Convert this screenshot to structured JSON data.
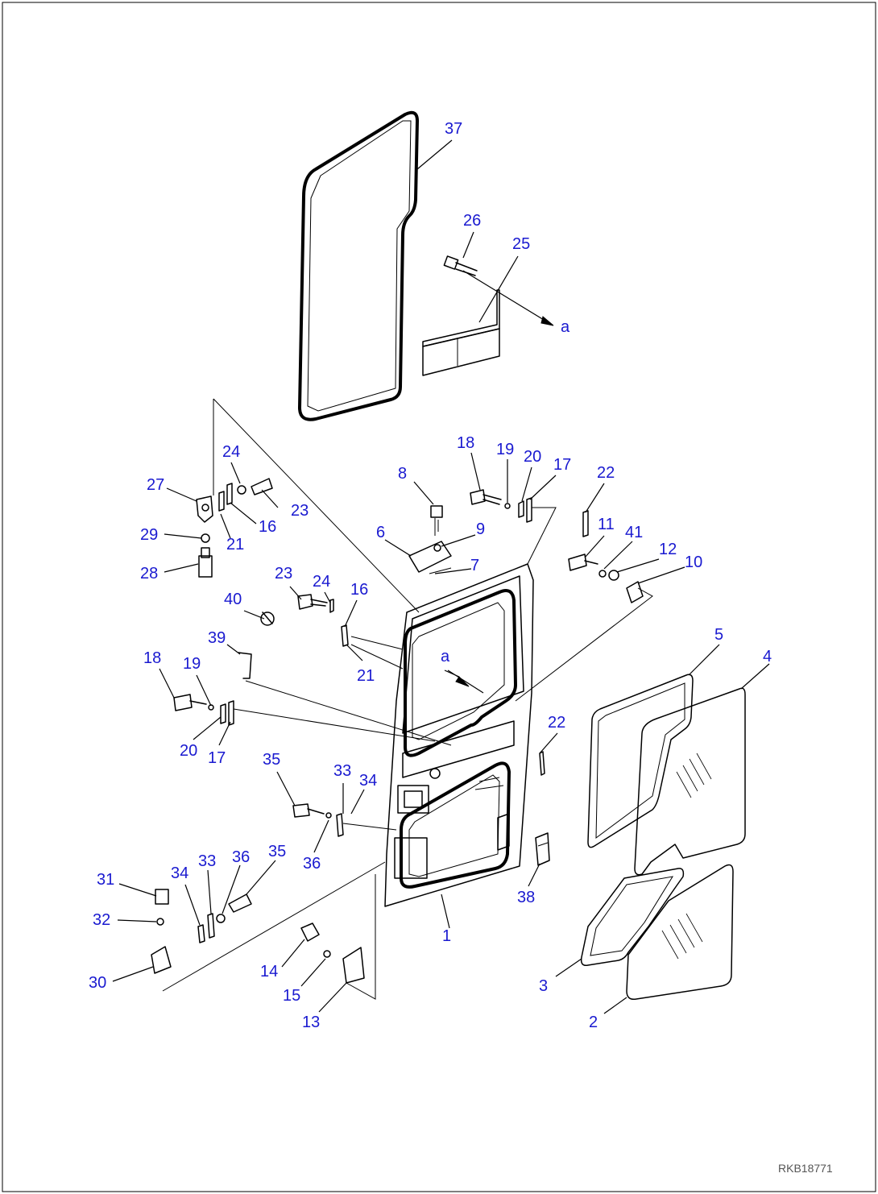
{
  "drawing_code": "RKB18771",
  "colors": {
    "label": "#1a1ad0",
    "line": "#000000"
  },
  "ref_a": "a",
  "labels": [
    "1",
    "2",
    "3",
    "4",
    "5",
    "6",
    "7",
    "8",
    "9",
    "10",
    "11",
    "12",
    "13",
    "14",
    "15",
    "16",
    "16",
    "17",
    "17",
    "18",
    "18",
    "19",
    "19",
    "20",
    "20",
    "21",
    "21",
    "22",
    "22",
    "23",
    "23",
    "24",
    "24",
    "25",
    "26",
    "27",
    "28",
    "29",
    "30",
    "31",
    "32",
    "33",
    "33",
    "34",
    "34",
    "35",
    "35",
    "36",
    "36",
    "37",
    "38",
    "39",
    "40",
    "41"
  ]
}
